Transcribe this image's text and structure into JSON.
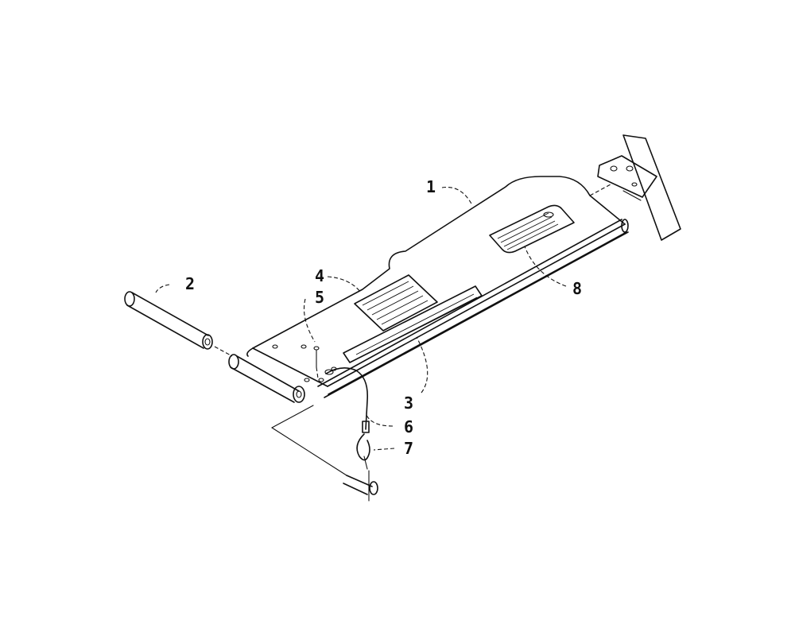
{
  "diagram": {
    "type": "exploded-parts-view",
    "callouts": [
      {
        "id": "c1",
        "label": "1"
      },
      {
        "id": "c2",
        "label": "2"
      },
      {
        "id": "c3",
        "label": "3"
      },
      {
        "id": "c4",
        "label": "4"
      },
      {
        "id": "c5",
        "label": "5"
      },
      {
        "id": "c6",
        "label": "6"
      },
      {
        "id": "c7",
        "label": "7"
      },
      {
        "id": "c8",
        "label": "8"
      }
    ]
  }
}
